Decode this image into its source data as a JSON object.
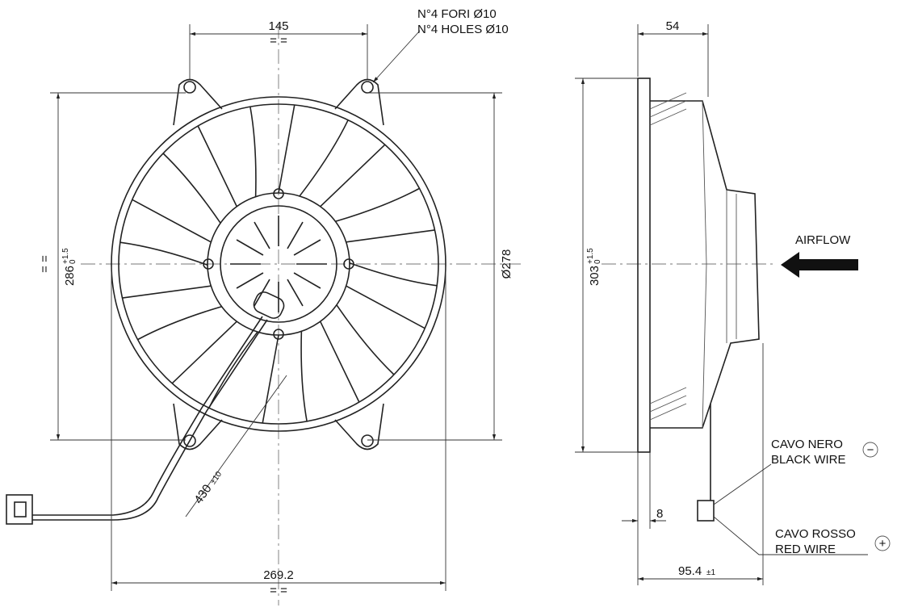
{
  "front_view": {
    "dim_hole_spacing": "145",
    "dim_hole_spacing_eq": "= =",
    "holes_note_it": "N°4 FORI Ø10",
    "holes_note_en": "N°4 HOLES Ø10",
    "dim_height": "286",
    "dim_height_tol_upper": "+1.5",
    "dim_height_tol_lower": "0",
    "dim_height_eq": "= =",
    "dim_diameter": "Ø278",
    "dim_width": "269.2",
    "dim_width_eq": "= =",
    "dim_cable": "430",
    "dim_cable_tol": "±10"
  },
  "side_view": {
    "dim_depth_flange": "54",
    "dim_height": "303",
    "dim_height_tol_upper": "+1.5",
    "dim_height_tol_lower": "0",
    "airflow_label": "AIRFLOW",
    "dim_flange_thickness": "8",
    "dim_total_depth": "95.4",
    "dim_total_depth_tol": "±1",
    "black_wire_it": "CAVO NERO",
    "black_wire_en": "BLACK WIRE",
    "black_wire_symbol": "−",
    "red_wire_it": "CAVO ROSSO",
    "red_wire_en": "RED WIRE",
    "red_wire_symbol": "+"
  }
}
